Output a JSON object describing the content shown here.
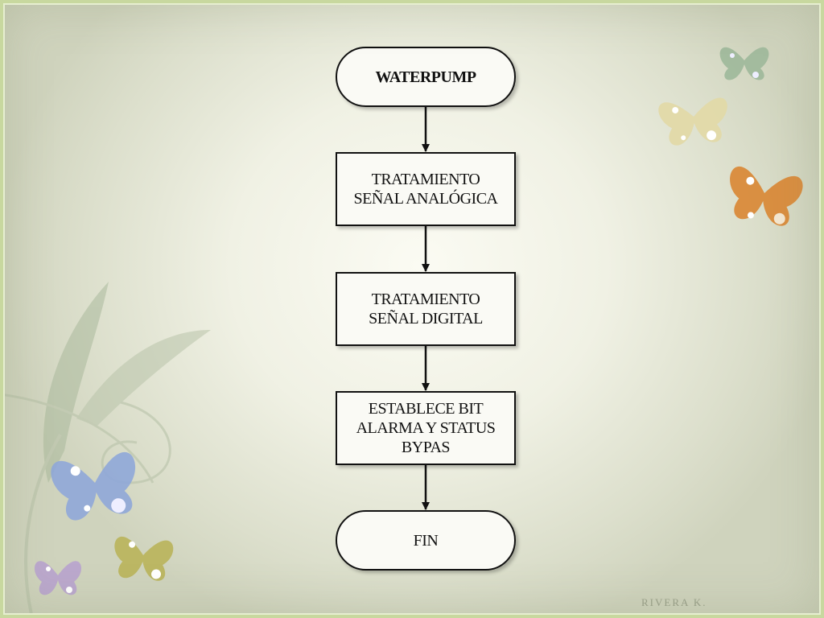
{
  "diagram": {
    "start": "WATERPUMP",
    "steps": [
      [
        "TRATAMIENTO",
        "SEÑAL ANALÓGICA"
      ],
      [
        "TRATAMIENTO",
        "SEÑAL DIGITAL"
      ],
      [
        "ESTABLECE BIT",
        "ALARMA Y STATUS",
        "BYPAS"
      ]
    ],
    "end": "FIN"
  },
  "footer": {
    "author": "RIVERA K."
  },
  "decorations": {
    "butterfly_colors": [
      "#9db89a",
      "#e2d9a8",
      "#d98a3a",
      "#8fa7d8",
      "#b9b45a",
      "#b7a0d0"
    ],
    "leaf_color": "#b9c2a8"
  }
}
